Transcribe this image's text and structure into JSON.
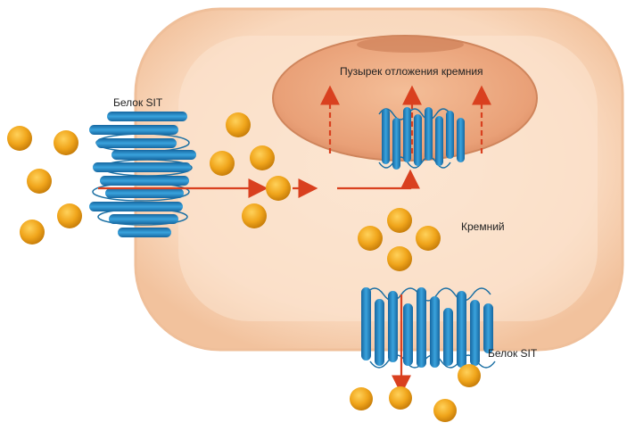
{
  "labels": {
    "sit_protein_left": "Белок SIT",
    "vesicle": "Пузырек отложения кремния",
    "silicon": "Кремний",
    "sit_protein_bottom": "Белок SIT"
  },
  "colors": {
    "cell_fill": "#f8d2b4",
    "cell_edge": "#efc09c",
    "vesicle_fill": "#eaa67e",
    "protein_blue": "#2a8fc9",
    "protein_dark": "#1a6fa3",
    "silicon_orange": "#f0a81a",
    "arrow_red": "#d9401f"
  }
}
